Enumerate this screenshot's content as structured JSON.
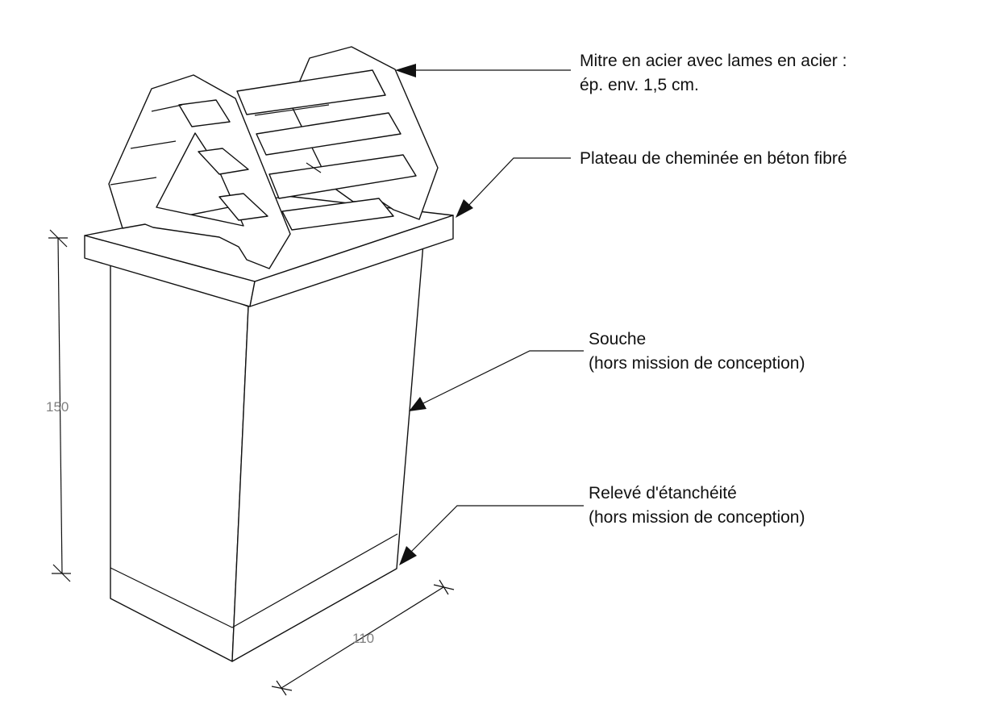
{
  "annotations": {
    "mitre": {
      "line1": "Mitre en acier avec lames en acier :",
      "line2": "ép. env. 1,5 cm."
    },
    "plateau": {
      "line1": "Plateau de cheminée en béton fibré"
    },
    "souche": {
      "line1": "Souche",
      "line2": "(hors mission de conception)"
    },
    "releve": {
      "line1": "Relevé d'étanchéité",
      "line2": "(hors mission de conception)"
    }
  },
  "dimensions": {
    "height": "150",
    "width": "110"
  },
  "colors": {
    "line": "#111111",
    "dimension_text": "#808080",
    "background": "#ffffff"
  }
}
